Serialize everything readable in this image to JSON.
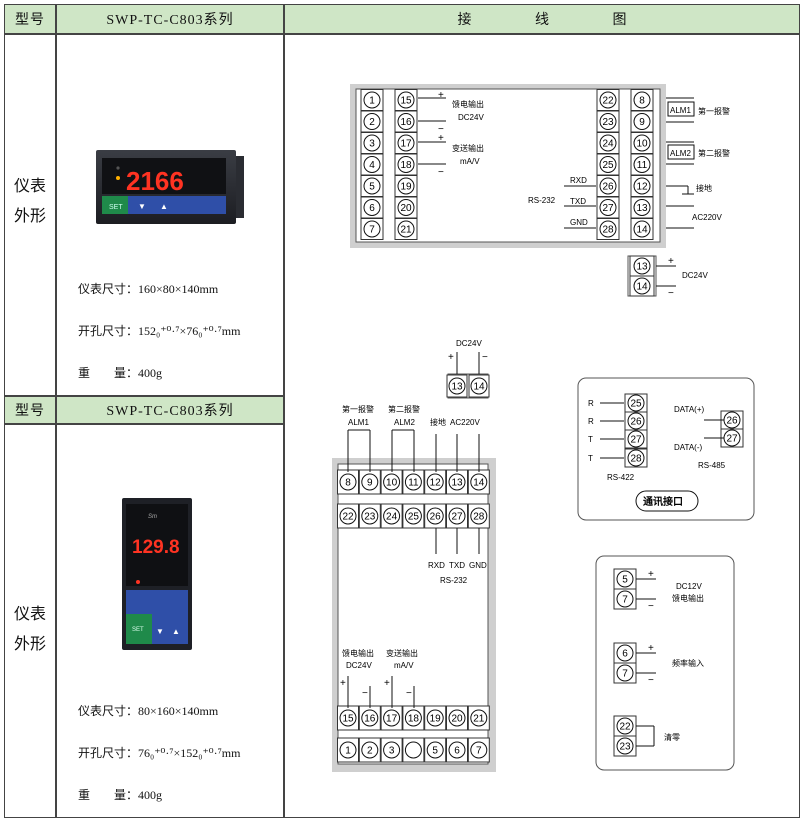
{
  "header": {
    "model_label": "型号",
    "series_title": "SWP-TC-C803系列",
    "wiring_title": "接 线 图"
  },
  "section1": {
    "label_line1": "仪表",
    "label_line2": "外形",
    "display_value": "2166",
    "dim_label": "仪表尺寸：",
    "dim_value": "160×80×140mm",
    "cut_label": "开孔尺寸：",
    "cut_value": "152₀⁺⁰·⁷×76₀⁺⁰·⁷mm",
    "weight_label": "重　　量：",
    "weight_value": "400g"
  },
  "section2": {
    "model_label": "型号",
    "series_title": "SWP-TC-C803系列",
    "label_line1": "仪表",
    "label_line2": "外形",
    "display_value": "129.8",
    "dim_label": "仪表尺寸：",
    "dim_value": "80×160×140mm",
    "cut_label": "开孔尺寸：",
    "cut_value": "76₀⁺⁰·⁷×152₀⁺⁰·⁷mm",
    "weight_label": "重　　量：",
    "weight_value": "400g"
  },
  "wiring_top": {
    "left_col": [
      "1",
      "2",
      "3",
      "4",
      "5",
      "6",
      "7"
    ],
    "mid_left_col": [
      "15",
      "16",
      "17",
      "18",
      "19",
      "20",
      "21"
    ],
    "mid_right_col": [
      "22",
      "23",
      "24",
      "25",
      "26",
      "27",
      "28"
    ],
    "right_col": [
      "8",
      "9",
      "10",
      "11",
      "12",
      "13",
      "14"
    ],
    "feed_output": "馈电输出",
    "feed_dc": "DC24V",
    "trans_output": "变送输出",
    "trans_unit": "mA/V",
    "rxd": "RXD",
    "txd": "TXD",
    "gnd": "GND",
    "rs232": "RS-232",
    "alm1": "ALM1",
    "alm1_text": "第一报警",
    "alm2": "ALM2",
    "alm2_text": "第二报警",
    "ground": "接地",
    "ac220": "AC220V",
    "dc24_t13": "13",
    "dc24_t14": "14",
    "dc24_label": "DC24V",
    "plus": "+",
    "minus": "−"
  },
  "wiring_vertical": {
    "dc24_top": "DC24V",
    "t13": "13",
    "t14": "14",
    "alm1_text": "第一报警",
    "alm1": "ALM1",
    "alm2_text": "第二报警",
    "alm2": "ALM2",
    "ground": "接地",
    "ac220": "AC220V",
    "row1": [
      "8",
      "9",
      "10",
      "11",
      "12",
      "13",
      "14"
    ],
    "row2": [
      "22",
      "23",
      "24",
      "25",
      "26",
      "27",
      "28"
    ],
    "rxd": "RXD",
    "txd": "TXD",
    "gnd": "GND",
    "rs232": "RS-232",
    "feed_output": "馈电输出",
    "feed_dc": "DC24V",
    "trans_output": "变送输出",
    "trans_unit": "mA/V",
    "row3": [
      "15",
      "16",
      "17",
      "18",
      "19",
      "20",
      "21"
    ],
    "row4": [
      "1",
      "2",
      "3",
      "",
      "5",
      "6",
      "7"
    ]
  },
  "comm_box": {
    "r": "R",
    "t": "T",
    "t25": "25",
    "t26": "26",
    "t27": "27",
    "t28": "28",
    "rs422": "RS-422",
    "data_plus": "DATA(+)",
    "data_minus": "DATA(-)",
    "r26": "26",
    "r27": "27",
    "rs485": "RS-485",
    "title": "通讯接口"
  },
  "io_box": {
    "t5": "5",
    "t7a": "7",
    "dc12": "DC12V",
    "feed_output": "馈电输出",
    "t6": "6",
    "t7b": "7",
    "freq_input": "频率输入",
    "t22": "22",
    "t23": "23",
    "clear": "清零"
  }
}
